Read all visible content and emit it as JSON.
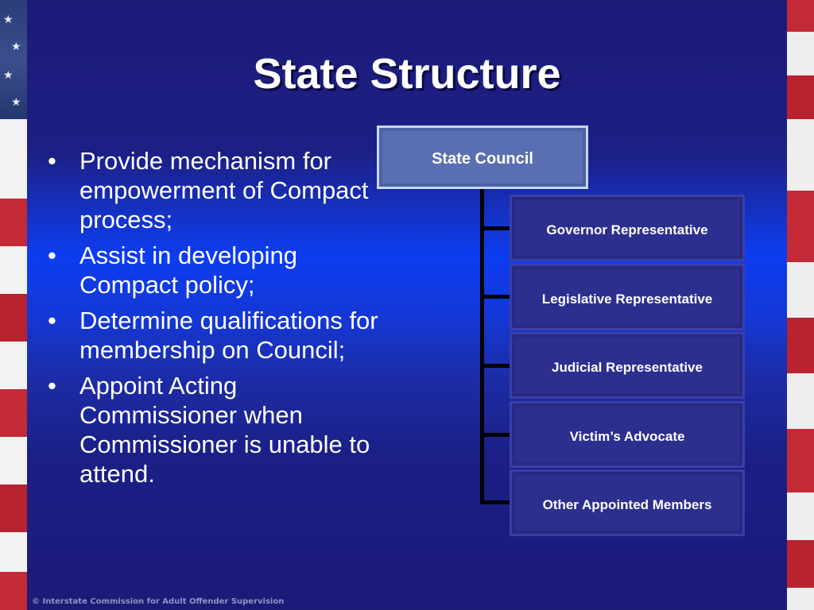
{
  "slide": {
    "title": "State Structure",
    "bullets": [
      {
        "bullet": "•",
        "text": "Provide mechanism for empowerment of Compact    process;"
      },
      {
        "bullet": "•",
        "text": "Assist in developing Compact policy;"
      },
      {
        "bullet": "•",
        "text": "Determine qualifications for membership on Council;"
      },
      {
        "bullet": "•",
        "text": "Appoint Acting Commissioner when Commissioner is unable to attend."
      }
    ],
    "org_chart": {
      "root": "State Council",
      "members": [
        "Governor Representative",
        "Legislative Representative",
        "Judicial Representative",
        "Victim’s Advocate",
        "Other Appointed Members"
      ]
    },
    "footer": "© Interstate Commission for Adult Offender Supervision"
  },
  "colors": {
    "background_dark": "#1b1b78",
    "background_bright": "#0d3cf0",
    "council_box": "#5a6fb2",
    "member_box": "#2d2f8f",
    "connector": "#000000",
    "text": "#ffffff"
  }
}
